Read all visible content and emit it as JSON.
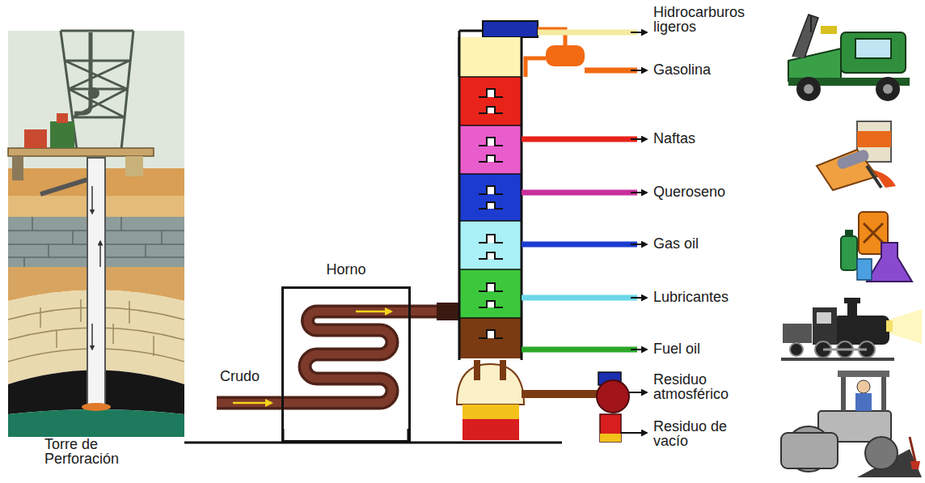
{
  "diagram": {
    "nodes": [
      {
        "text": [
          "Horno"
        ]
      }
    ],
    "labels": [
      "Hidrocarburos ligeros",
      "Gasolina",
      "Naftas",
      "Queroseno",
      "Gas oil",
      "Lubricantes",
      "Fuel oil",
      "Residuo atmosférico",
      "Residuo de vacío",
      "Crudo",
      "Torre de Perforación"
    ]
  }
}
